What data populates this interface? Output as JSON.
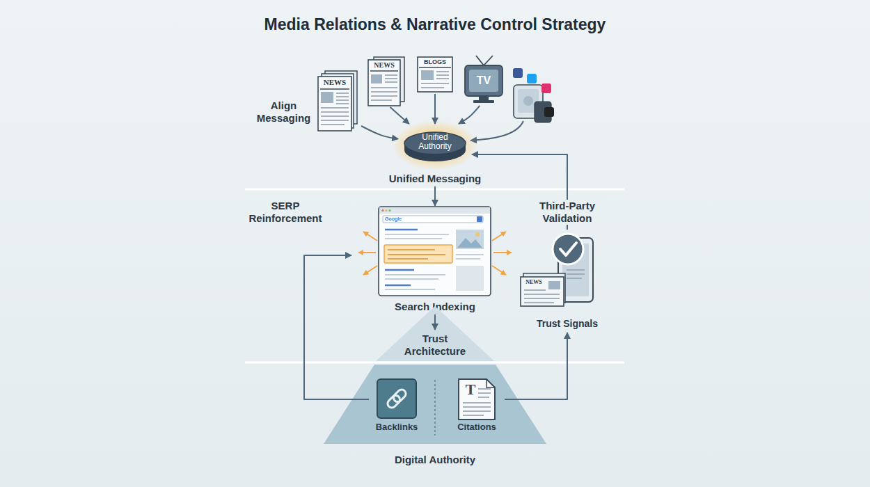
{
  "diagram": {
    "title": "Media Relations & Narrative Control Strategy",
    "nodes": [
      {
        "text": [
          "NEWS"
        ]
      },
      {
        "text": [
          "NEWS"
        ]
      },
      {
        "text": [
          "BLOGS"
        ]
      },
      {
        "text": [
          "TV"
        ]
      },
      {
        "text": [
          "Unified Authority",
          "Unified Messaging"
        ]
      },
      {
        "text": [
          "Google",
          "Search Indexing"
        ]
      },
      {
        "text": [
          "NEWS",
          "Trust Signals"
        ]
      },
      {
        "text": [
          "Trust Architecture",
          "Digital Authority"
        ]
      },
      {
        "text": [
          "Backlinks"
        ],
        "in": 7
      },
      {
        "text": [
          "T",
          "Citations"
        ],
        "in": 7
      }
    ],
    "edges": [
      {
        "from": 0,
        "to": 4,
        "arrow": "to"
      },
      {
        "from": 1,
        "to": 4,
        "arrow": "to"
      },
      {
        "from": 2,
        "to": 4,
        "arrow": "to"
      },
      {
        "from": 3,
        "to": 4,
        "arrow": "to"
      },
      {
        "from": 4,
        "to": 5,
        "arrow": "to"
      },
      {
        "from": 5,
        "to": 7,
        "arrow": "to"
      },
      {
        "from": 8,
        "to": 5,
        "arrow": "to"
      },
      {
        "from": 9,
        "to": 6,
        "arrow": "to"
      },
      {
        "from": 6,
        "to": 4,
        "label": "Third-Party Validation",
        "arrow": "to"
      }
    ],
    "labels": [
      "Align Messaging",
      "SERP Reinforcement"
    ]
  }
}
